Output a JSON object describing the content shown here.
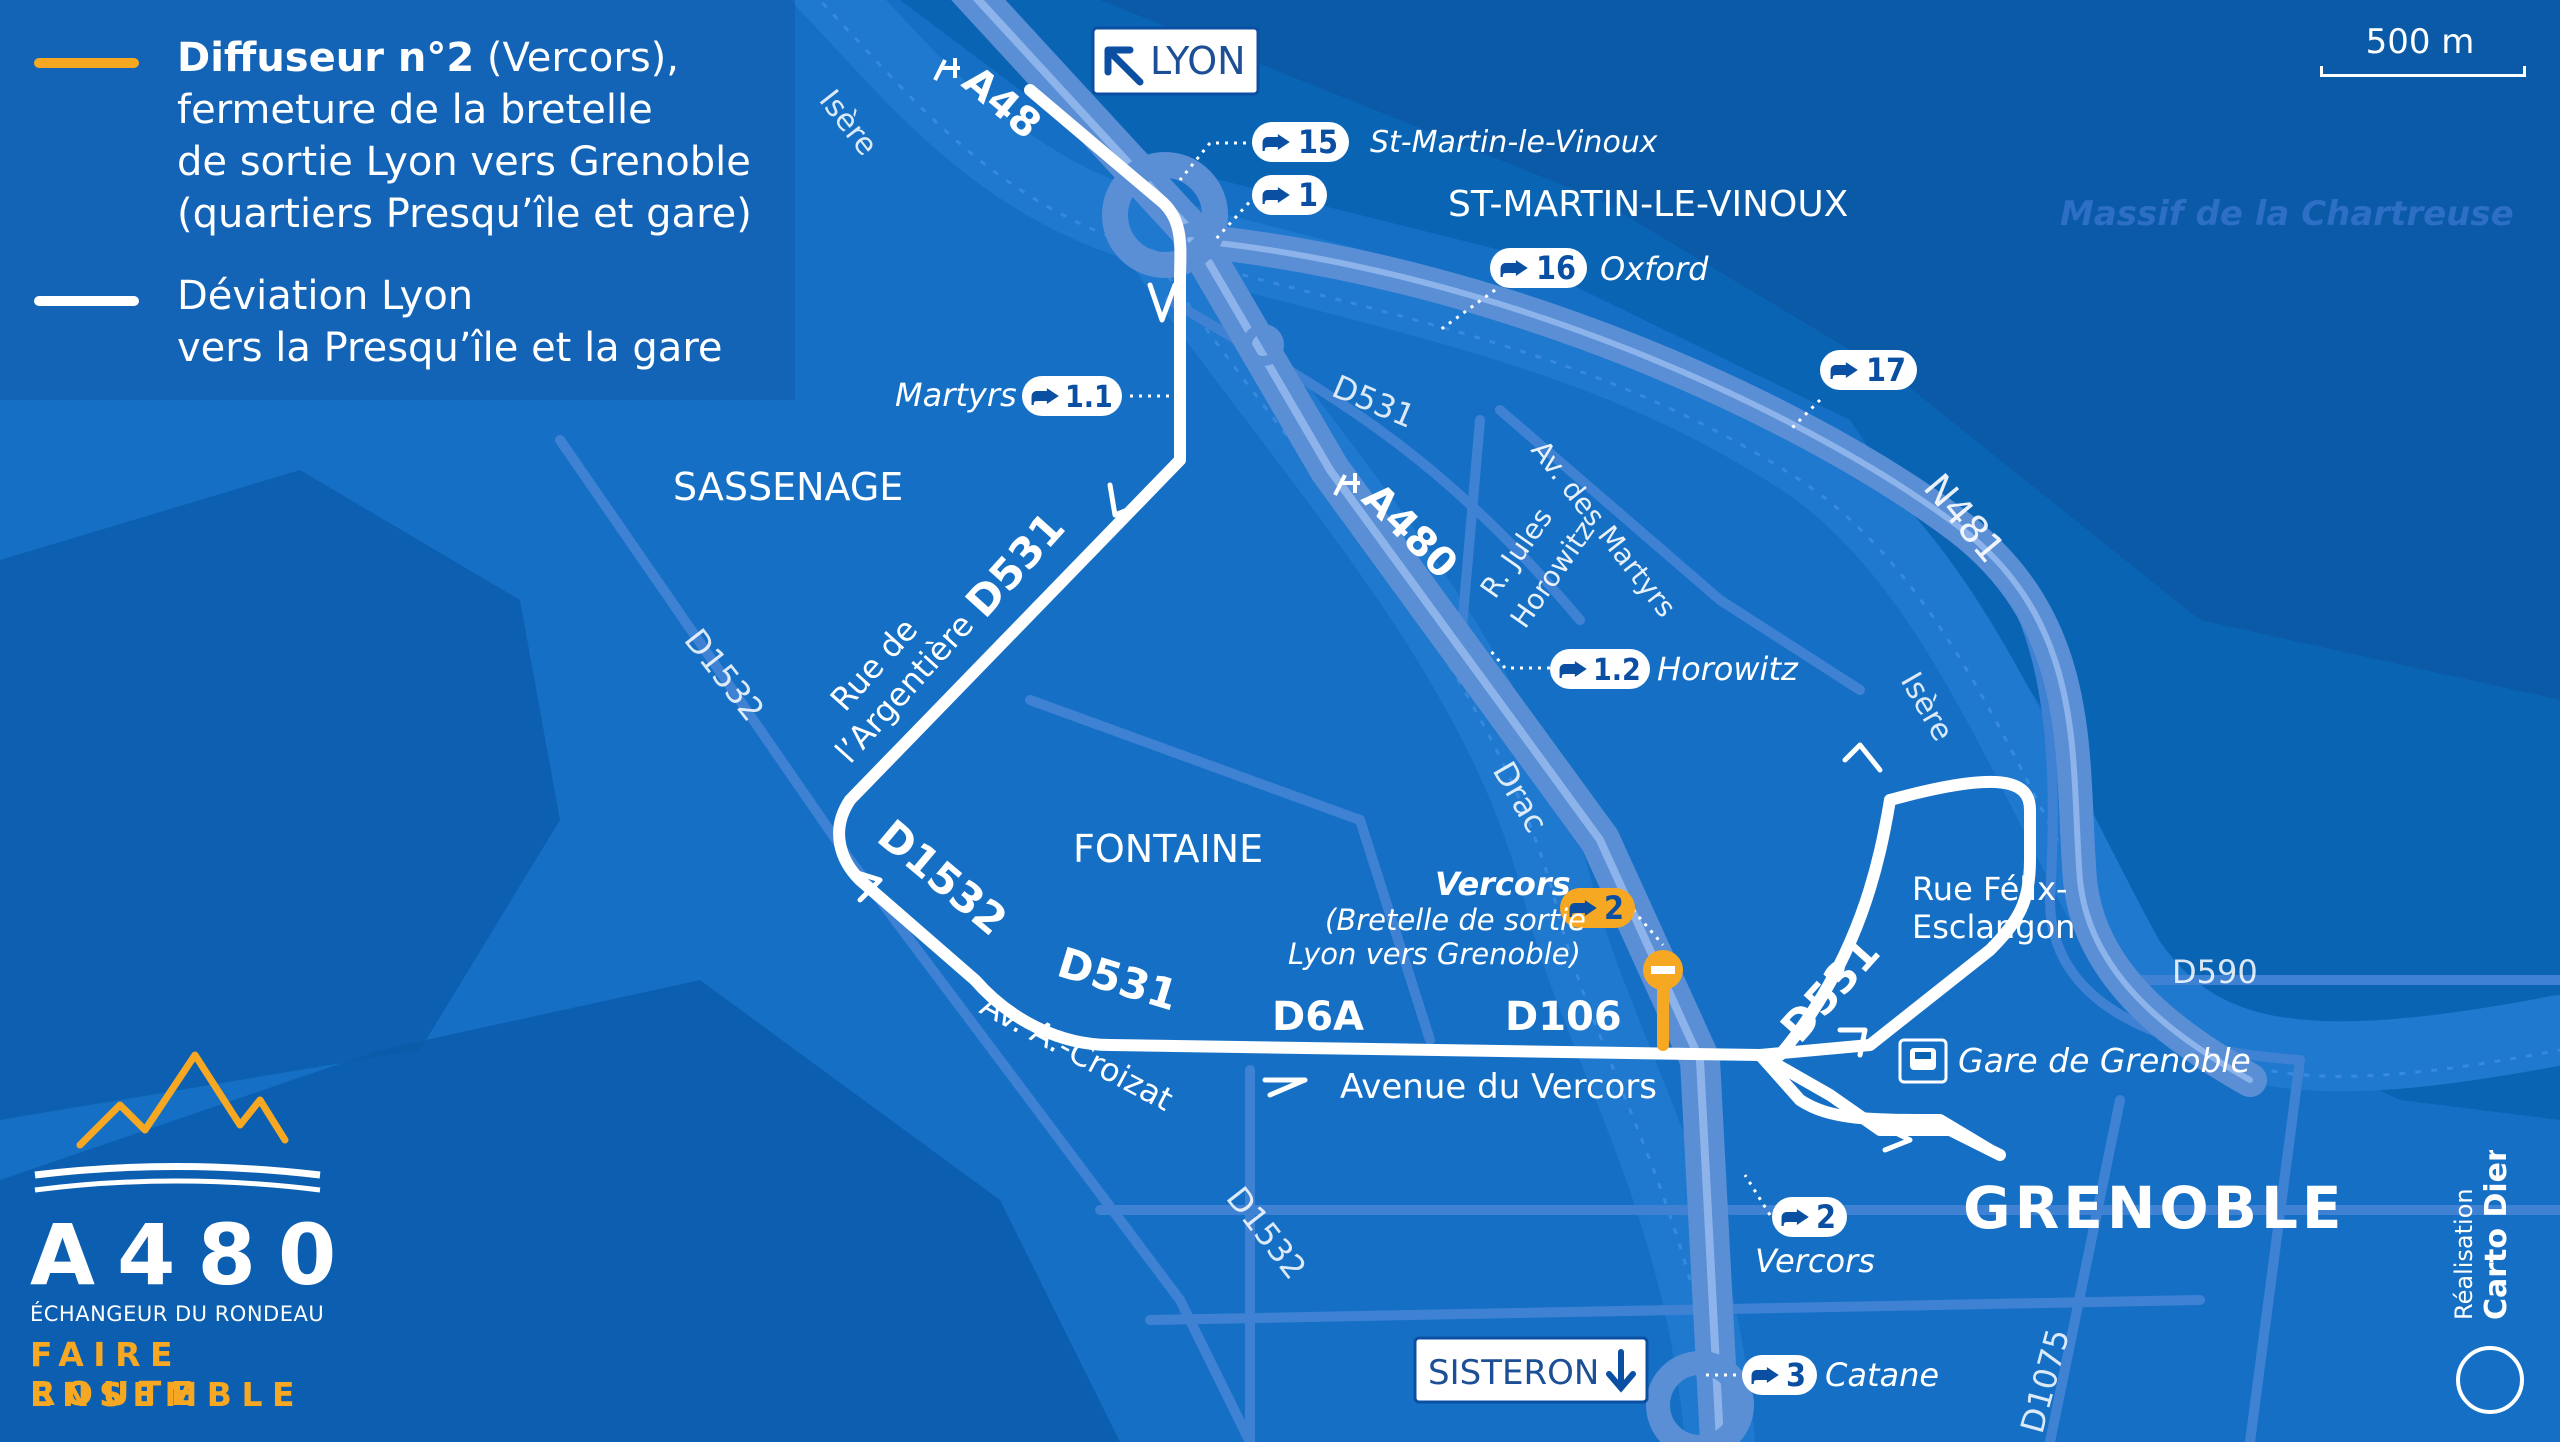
{
  "legend": {
    "closure": {
      "bold": "Diffuseur n°2",
      "rest": " (Vercors),",
      "line2": "fermeture de la bretelle",
      "line3": "de sortie Lyon vers Grenoble",
      "line4": "(quartiers Presqu’île et gare)",
      "color": "#f7a823"
    },
    "detour": {
      "line1": "Déviation Lyon",
      "line2": "vers la Presqu’île et la gare",
      "color": "#ffffff"
    }
  },
  "scale": {
    "label": "500 m"
  },
  "colors": {
    "background": "#0a64b4",
    "water_area": "#1872c8",
    "road": "#5a8fd6",
    "road_light": "#8db4ea",
    "detour": "#ffffff",
    "closure": "#f7a823"
  },
  "destinations": {
    "lyon": "LYON",
    "sisteron": "SISTERON"
  },
  "motorways": {
    "a48": "A48",
    "a480": "A480"
  },
  "exits": {
    "e15": "15",
    "e1": "1",
    "e16": "16",
    "e17": "17",
    "e11": "1.1",
    "e12": "1.2",
    "e2_closed": "2",
    "e2": "2",
    "e3": "3"
  },
  "exit_names": {
    "e15": "St-Martin-le-Vinoux",
    "e16": "Oxford",
    "e11": "Martyrs",
    "e12": "Horowitz",
    "e2": "Vercors",
    "e3": "Catane"
  },
  "closure_note": {
    "title": "Vercors",
    "line1": "(Bretelle de sortie",
    "line2": "Lyon vers Grenoble)"
  },
  "places": {
    "st_martin": "ST-MARTIN-LE-VINOUX",
    "massif": "Massif de la Chartreuse",
    "sassenage": "SASSENAGE",
    "fontaine": "FONTAINE",
    "grenoble": "GRENOBLE",
    "gare": "Gare de Grenoble"
  },
  "roads": {
    "d531_a": "D531",
    "d531_b": "D531",
    "d531_c": "D531",
    "d531_d": "D531",
    "d1532_a": "D1532",
    "d1532_b": "D1532",
    "d1532_c": "D1532",
    "d6a": "D6A",
    "d106": "D106",
    "n481": "N481",
    "d590": "D590",
    "d1075": "D1075",
    "argentiere1": "Rue de",
    "argentiere2": "l’Argentière",
    "croizat": "Av. A.-Croizat",
    "vercors_av": "Avenue du Vercors",
    "felix1": "Rue Félix-",
    "felix2": "Esclangon",
    "martyrs_av": "Av. des Martyrs",
    "jules1": "R. Jules",
    "jules2": "Horowitz"
  },
  "rivers": {
    "isere1": "Isère",
    "isere2": "Isère",
    "drac": "Drac"
  },
  "brand": {
    "title": "A480",
    "subtitle": "ÉCHANGEUR DU RONDEAU",
    "slogan1": "FAIRE ROUTE",
    "slogan2": "ENSEMBLE"
  },
  "credit": {
    "line1": "Réalisation",
    "line2": "Carto Diem"
  }
}
